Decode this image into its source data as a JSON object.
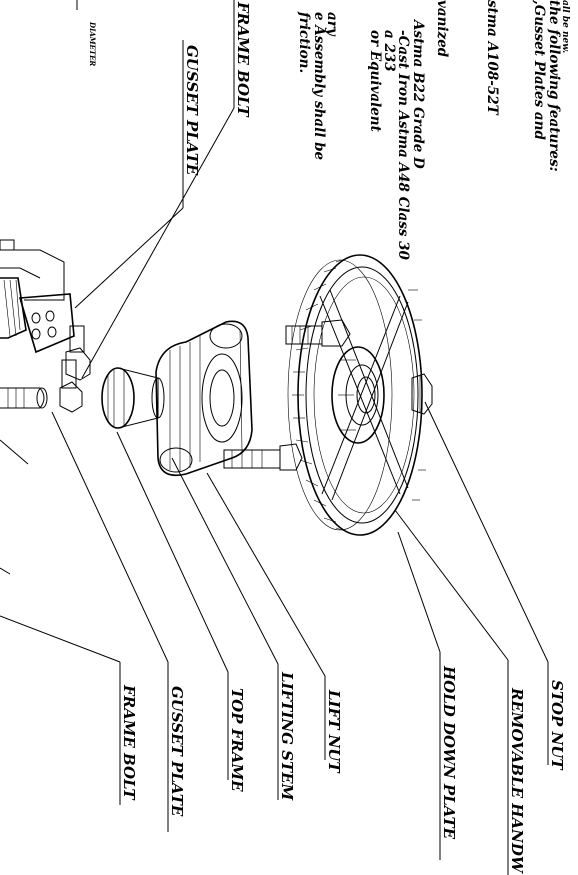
{
  "notes": [
    "all be new.",
    "the following features:",
    ",Gusset Plates and",
    "stma A108-52T",
    "vanized",
    "Astma B22 Grade D",
    "-Cast Iron Astma A48 Class 30",
    "a 233",
    "or Equivalent",
    "ary",
    "e Assembly shall be",
    "friction."
  ],
  "labels": {
    "diameter": "DIAMETER",
    "frame_bolt_top": "FRAME BOLT",
    "gusset_plate_top": "GUSSET PLATE",
    "stop_nut": "STOP NUT",
    "removable_handwheel": "REMOVABLE HANDW",
    "hold_down_plate": "HOLD DOWN PLATE",
    "lift_nut": "LIFT NUT",
    "lifting_stem": "LIFTING STEM",
    "top_frame": "TOP FRAME",
    "gusset_plate_bottom": "GUSSET PLATE",
    "frame_bolt_bottom": "FRAME BOLT"
  }
}
